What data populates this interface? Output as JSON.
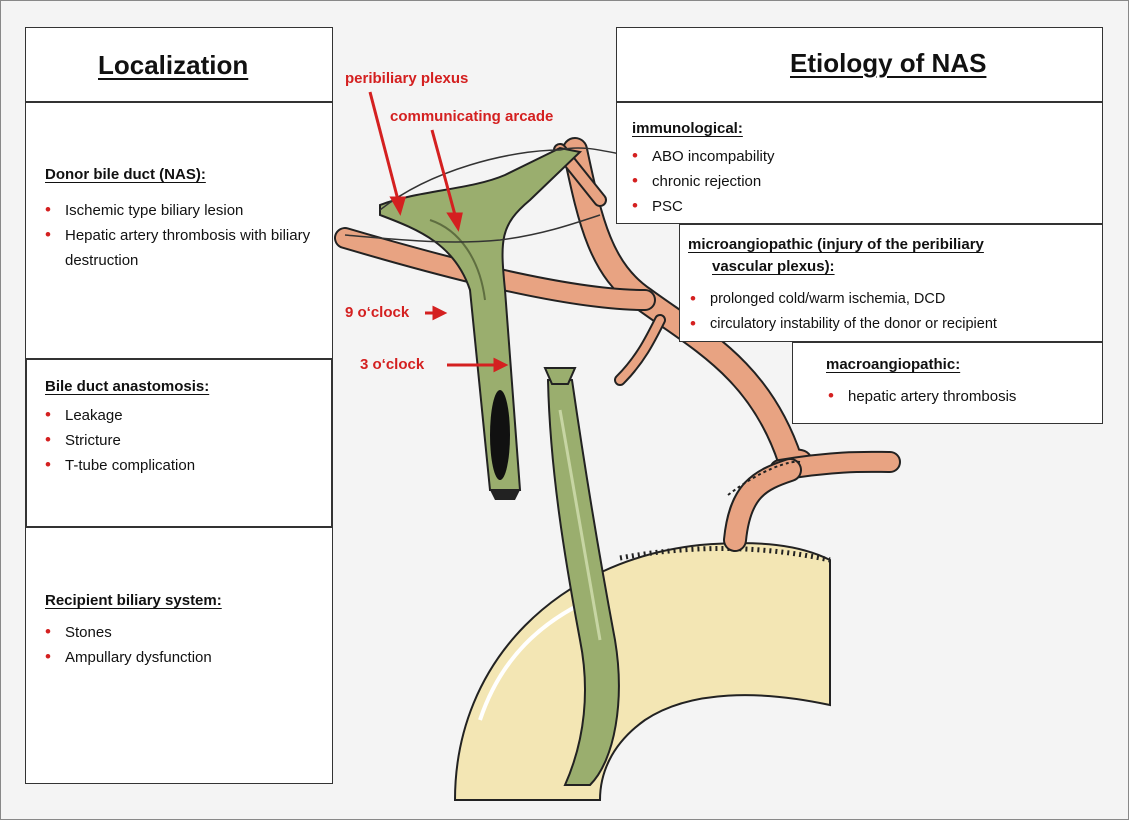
{
  "localization": {
    "title": "Localization",
    "sections": [
      {
        "heading": "Donor bile duct (NAS):",
        "items": [
          "Ischemic type biliary lesion",
          "Hepatic artery thrombosis with biliary destruction"
        ]
      },
      {
        "heading": "Bile duct anastomosis:",
        "items": [
          "Leakage",
          "Stricture",
          "T-tube complication"
        ]
      },
      {
        "heading": "Recipient biliary system:",
        "items": [
          "Stones",
          "Ampullary dysfunction"
        ]
      }
    ]
  },
  "etiology": {
    "title": "Etiology of NAS",
    "immunological": {
      "heading": "immunological:",
      "items": [
        "ABO incompability",
        "chronic rejection",
        "PSC"
      ]
    },
    "microangiopathic": {
      "heading_line1": "microangiopathic (injury of the peribiliary",
      "heading_line2": "vascular plexus):",
      "items": [
        "prolonged cold/warm ischemia, DCD",
        "circulatory instability of the donor or recipient"
      ]
    },
    "macroangiopathic": {
      "heading": "macroangiopathic:",
      "items": [
        "hepatic artery thrombosis"
      ]
    }
  },
  "diagram_labels": {
    "peribiliary_plexus": "peribiliary plexus",
    "communicating_arcade": "communicating arcade",
    "nine_oclock": "9 o‘clock",
    "three_oclock": "3 o‘clock"
  },
  "colors": {
    "accent_red": "#d42020",
    "bile_duct_green": "#9aae6e",
    "artery_salmon": "#e8a382",
    "duodenum_yellow": "#f3e6b4"
  }
}
